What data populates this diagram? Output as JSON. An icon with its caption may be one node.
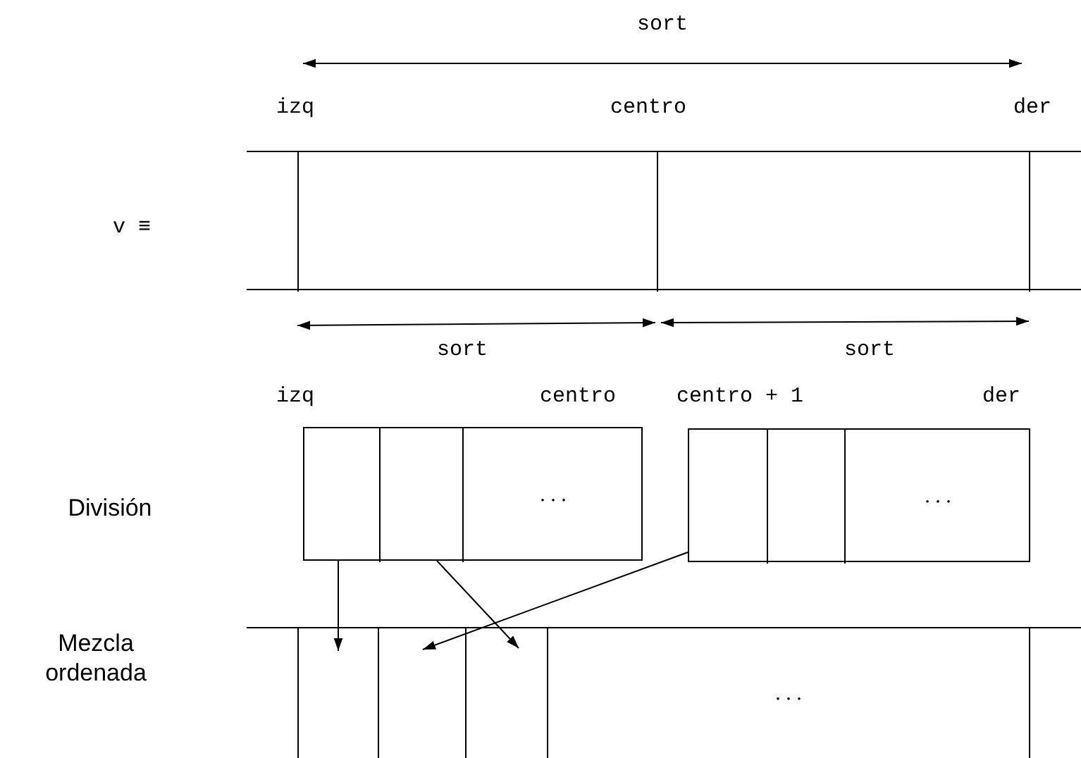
{
  "diagram": {
    "nodes": [
      {
        "text": [],
        "shape": "box"
      },
      {
        "text": [],
        "shape": "box"
      },
      {
        "text": [],
        "shape": "box",
        "in": 1
      },
      {
        "text": [],
        "shape": "box",
        "in": 1
      },
      {
        "text": [
          ". . ."
        ],
        "in": 1
      },
      {
        "text": [],
        "shape": "box"
      },
      {
        "text": [],
        "shape": "box",
        "in": 5
      },
      {
        "text": [],
        "shape": "box",
        "in": 5
      },
      {
        "text": [
          ". . ."
        ],
        "in": 5
      },
      {
        "text": [],
        "shape": "box"
      },
      {
        "text": [],
        "shape": "box",
        "in": 9
      },
      {
        "text": [],
        "shape": "box",
        "in": 9
      },
      {
        "text": [],
        "shape": "box",
        "in": 9
      },
      {
        "text": [
          ". . ."
        ],
        "in": 9
      }
    ],
    "edges": [
      {
        "from": 2,
        "to": 10,
        "arrow": "to"
      },
      {
        "from": 3,
        "to": 12,
        "arrow": "to"
      },
      {
        "from": 6,
        "to": 11,
        "arrow": "to"
      }
    ],
    "labels": [
      "sort",
      "izq",
      "centro",
      "der",
      "v ≡",
      "sort",
      "sort",
      "izq",
      "centro",
      "centro + 1",
      "der",
      "División",
      "Mezcla ordenada"
    ]
  }
}
